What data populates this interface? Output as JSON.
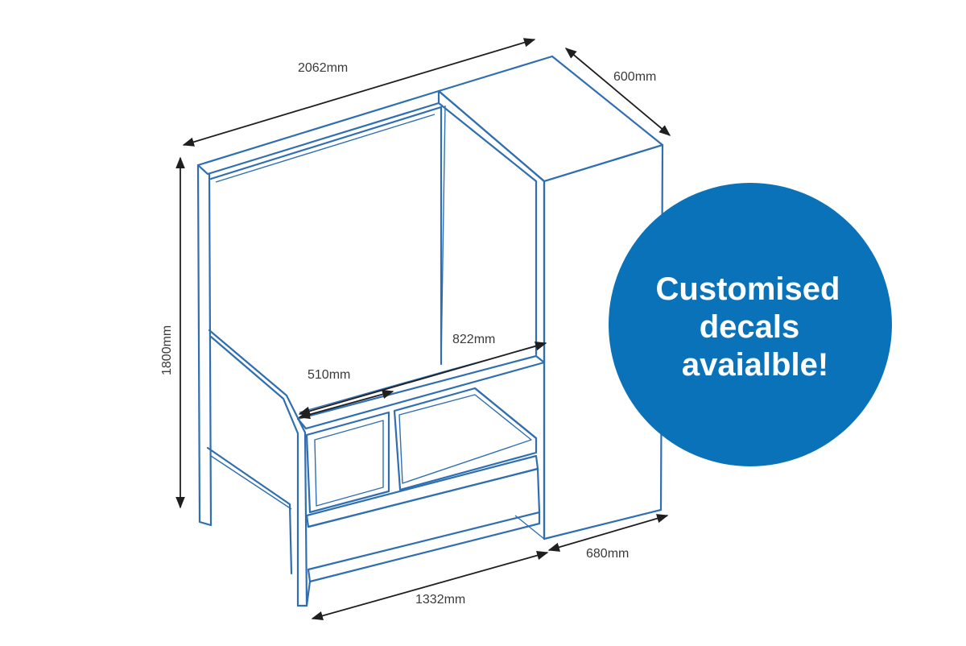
{
  "dimensions": {
    "overall_width": "2062mm",
    "depth_top": "600mm",
    "height": "1800mm",
    "inner_width": "822mm",
    "seat_depth": "510mm",
    "base_width": "1332mm",
    "cabinet_depth": "680mm"
  },
  "badge": {
    "line1": "Customised",
    "line2": "decals",
    "line3": "avaialble!",
    "color": "#0a72b9"
  },
  "colors": {
    "outline": "#2f6fb1",
    "dimension_lines": "#1f1f1f"
  }
}
